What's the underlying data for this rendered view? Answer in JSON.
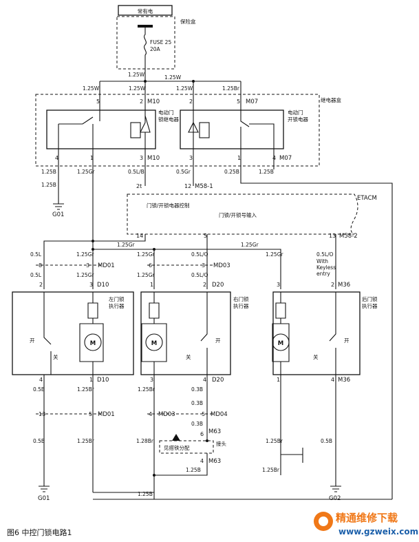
{
  "top": {
    "hot": "常有电",
    "fusebox": "保险盒",
    "fuse": "FUSE 25",
    "amp": "20A"
  },
  "relay_box": {
    "title": "继电器盒",
    "left_relay": [
      "电动门",
      "锁继电器"
    ],
    "right_relay": [
      "电动门",
      "开锁电器"
    ],
    "conn_left": "M10",
    "conn_right": "M07"
  },
  "wires": {
    "w125W": "1.25W",
    "w125Br": "1.25Br",
    "w125B": "1.25B",
    "w125Gr": "1.25Gr",
    "w05LB": "0.5L/B",
    "w05Gr": "0.5Gr",
    "w025B": "0.25B",
    "w05L": "0.5L",
    "w05LO": "0.5L/O",
    "w05B": "0.5B",
    "w03B": "0.3B",
    "w128Br": "1.28Br",
    "w125Br2": "1.25Br"
  },
  "pins": {
    "p1": "1",
    "p2": "2",
    "p3": "3",
    "p4": "4",
    "p5": "5",
    "p6": "6",
    "p8": "8",
    "p12": "12",
    "p13": "13",
    "p14": "14",
    "p2t": "2t"
  },
  "connectors": {
    "m581": "M58-1",
    "m582": "M58-2",
    "md01": "MD01",
    "d10": "D10",
    "md03": "MD03",
    "d20": "D20",
    "m36": "M36",
    "md04": "MD04",
    "m63": "M63",
    "g01": "G01",
    "g02": "G02"
  },
  "etacm": {
    "name": "ETACM",
    "ctrl": "门锁/开锁电器控制",
    "input": "门锁/开锁号输入"
  },
  "keyless": [
    "With",
    "Keyless",
    "entry"
  ],
  "actuators": {
    "left": [
      "左门锁",
      "执行器"
    ],
    "right": [
      "右门锁",
      "执行器"
    ],
    "rear": [
      "后门锁",
      "执行器"
    ],
    "open": "开",
    "close": "关",
    "motor": "M"
  },
  "splice": {
    "label": "见搭铁分配",
    "joint": "接头"
  },
  "caption": "图6   中控门锁电路1",
  "watermark": {
    "cn": "精通维修下载",
    "url": "www.gzweix.com"
  }
}
